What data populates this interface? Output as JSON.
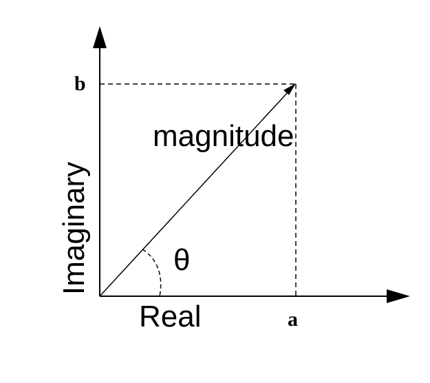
{
  "labels": {
    "y_axis": "Imaginary",
    "x_axis": "Real",
    "magnitude": "magnitude",
    "angle": "θ",
    "point_x": "a",
    "point_y": "b"
  },
  "colors": {
    "ink": "#000000",
    "background": "#ffffff"
  }
}
